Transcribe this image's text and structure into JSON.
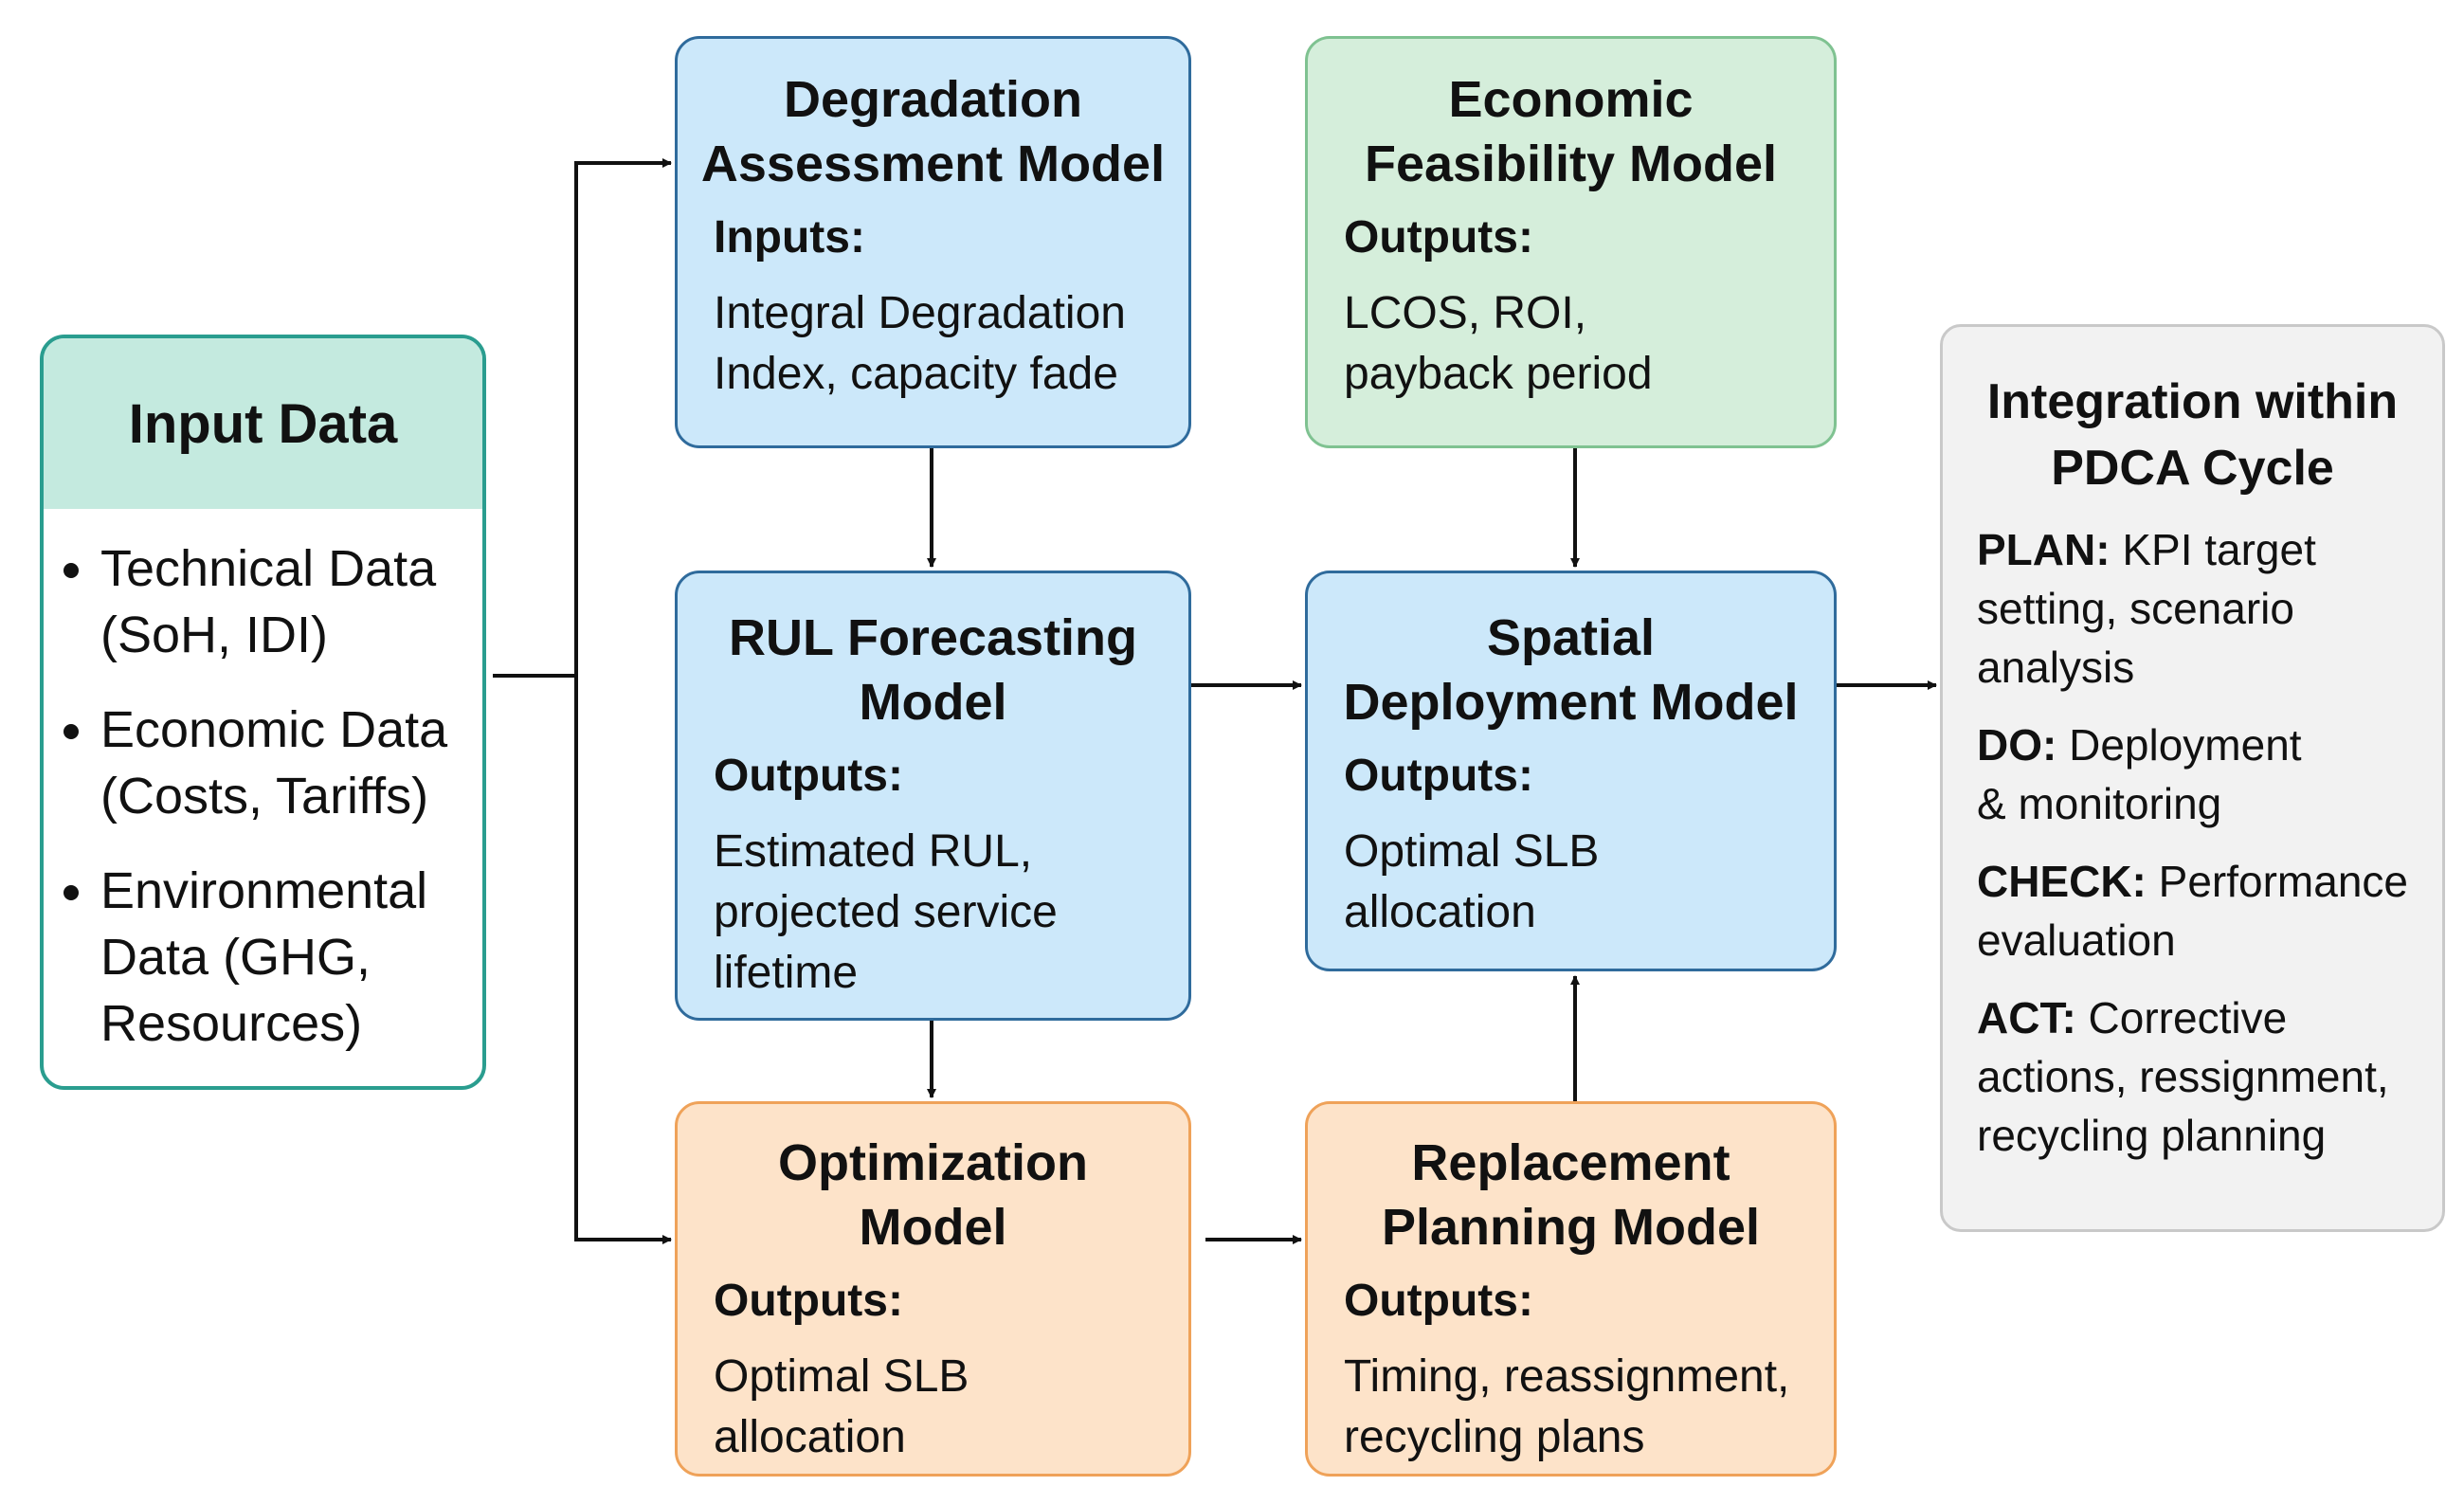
{
  "input_data": {
    "title": "Input Data",
    "items": [
      {
        "lines": [
          "Technical Data",
          "(SoH, IDI)"
        ]
      },
      {
        "lines": [
          "Economic Data",
          "(Costs, Tariffs)"
        ]
      },
      {
        "lines": [
          "Environmental",
          "Data (GHG,",
          "Resources)"
        ]
      }
    ]
  },
  "boxes": {
    "degradation": {
      "title_lines": [
        "Degradation",
        "Assessment Model"
      ],
      "label": "Inputs:",
      "body_lines": [
        "Integral Degradation",
        "Index, capacity fade"
      ]
    },
    "economic": {
      "title_lines": [
        "Economic",
        "Feasibility Model"
      ],
      "label": "Outputs:",
      "body_lines": [
        "LCOS, ROI,",
        "payback period"
      ]
    },
    "rul": {
      "title_lines": [
        "RUL Forecasting",
        "Model"
      ],
      "label": "Outputs:",
      "body_lines": [
        "Estimated RUL,",
        "projected service",
        "lifetime"
      ]
    },
    "spatial": {
      "title_lines": [
        "Spatial",
        "Deployment Model"
      ],
      "label": "Outputs:",
      "body_lines": [
        "Optimal SLB",
        "allocation"
      ]
    },
    "optimization": {
      "title_lines": [
        "Optimization",
        "Model"
      ],
      "label": "Outputs:",
      "body_lines": [
        "Optimal SLB",
        "allocation"
      ]
    },
    "replacement": {
      "title_lines": [
        "Replacement",
        "Planning Model"
      ],
      "label": "Outputs:",
      "body_lines": [
        "Timing, reassignment,",
        "recycling plans"
      ]
    }
  },
  "pdca": {
    "title_lines": [
      "Integration within",
      "PDCA Cycle"
    ],
    "items": [
      {
        "key": "PLAN:",
        "first": " KPI target",
        "rest": [
          "setting, scenario",
          "analysis"
        ]
      },
      {
        "key": "DO:",
        "first": " Deployment",
        "rest": [
          "& monitoring"
        ]
      },
      {
        "key": "CHECK:",
        "first": " Performance",
        "rest": [
          "evaluation"
        ]
      },
      {
        "key": "ACT:",
        "first": " Corrective",
        "rest": [
          "actions, ressignment,",
          "recycling planning"
        ]
      }
    ]
  },
  "colors": {
    "blue_fill": "#cce8fa",
    "green_fill": "#d5eedb",
    "orange_fill": "#fde3c9",
    "gray_fill": "#f2f2f2",
    "input_header": "#c4eadf",
    "input_border": "#2a9d8f"
  }
}
